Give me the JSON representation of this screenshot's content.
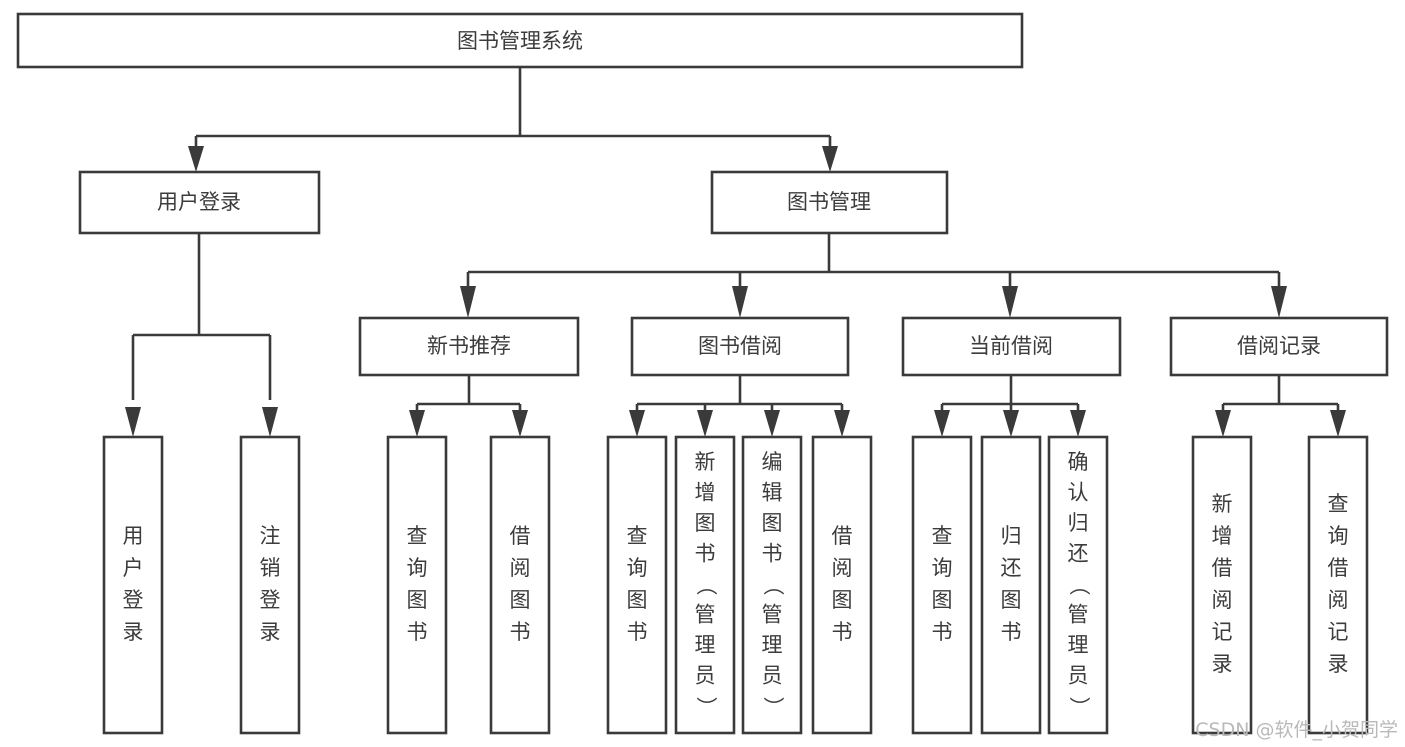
{
  "diagram": {
    "type": "tree-hierarchy",
    "title": "图书管理系统",
    "root": {
      "id": "root",
      "label": "图书管理系统",
      "orientation": "horizontal"
    },
    "level1": [
      {
        "id": "user-login",
        "label": "用户登录",
        "orientation": "horizontal"
      },
      {
        "id": "book-manage",
        "label": "图书管理",
        "orientation": "horizontal"
      }
    ],
    "level2": [
      {
        "id": "new-book-recommend",
        "label": "新书推荐",
        "orientation": "horizontal",
        "parent": "book-manage"
      },
      {
        "id": "book-borrow",
        "label": "图书借阅",
        "orientation": "horizontal",
        "parent": "book-manage"
      },
      {
        "id": "current-borrow",
        "label": "当前借阅",
        "orientation": "horizontal",
        "parent": "book-manage"
      },
      {
        "id": "borrow-record",
        "label": "借阅记录",
        "orientation": "horizontal",
        "parent": "book-manage"
      }
    ],
    "leaves": {
      "user-login": [
        {
          "id": "leaf-user-login",
          "label": "用户登录",
          "chars": [
            "用",
            "户",
            "登",
            "录"
          ]
        },
        {
          "id": "leaf-user-logout",
          "label": "注销登录",
          "chars": [
            "注",
            "销",
            "登",
            "录"
          ]
        }
      ],
      "new-book-recommend": [
        {
          "id": "leaf-query-book-1",
          "label": "查询图书",
          "chars": [
            "查",
            "询",
            "图",
            "书"
          ]
        },
        {
          "id": "leaf-borrow-book-1",
          "label": "借阅图书",
          "chars": [
            "借",
            "阅",
            "图",
            "书"
          ]
        }
      ],
      "book-borrow": [
        {
          "id": "leaf-query-book-2",
          "label": "查询图书",
          "chars": [
            "查",
            "询",
            "图",
            "书"
          ]
        },
        {
          "id": "leaf-add-book-admin",
          "label": "新增图书（管理员）",
          "chars": [
            "新",
            "增",
            "图",
            "书",
            "（",
            "管",
            "理",
            "员",
            "）"
          ]
        },
        {
          "id": "leaf-edit-book-admin",
          "label": "编辑图书（管理员）",
          "chars": [
            "编",
            "辑",
            "图",
            "书",
            "（",
            "管",
            "理",
            "员",
            "）"
          ]
        },
        {
          "id": "leaf-borrow-book-2",
          "label": "借阅图书",
          "chars": [
            "借",
            "阅",
            "图",
            "书"
          ]
        }
      ],
      "current-borrow": [
        {
          "id": "leaf-query-book-3",
          "label": "查询图书",
          "chars": [
            "查",
            "询",
            "图",
            "书"
          ]
        },
        {
          "id": "leaf-return-book",
          "label": "归还图书",
          "chars": [
            "归",
            "还",
            "图",
            "书"
          ]
        },
        {
          "id": "leaf-confirm-return-admin",
          "label": "确认归还（管理员）",
          "chars": [
            "确",
            "认",
            "归",
            "还",
            "（",
            "管",
            "理",
            "员",
            "）"
          ]
        }
      ],
      "borrow-record": [
        {
          "id": "leaf-add-borrow-record",
          "label": "新增借阅记录",
          "chars": [
            "新",
            "增",
            "借",
            "阅",
            "记",
            "录"
          ]
        },
        {
          "id": "leaf-query-borrow-record",
          "label": "查询借阅记录",
          "chars": [
            "查",
            "询",
            "借",
            "阅",
            "记",
            "录"
          ]
        }
      ]
    }
  },
  "watermark": {
    "text": "CSDN @软件_小贺同学"
  },
  "colors": {
    "stroke": "#3a3a3a",
    "text": "#3c3c3c",
    "background": "#ffffff",
    "watermark": "#b9b9b9"
  }
}
